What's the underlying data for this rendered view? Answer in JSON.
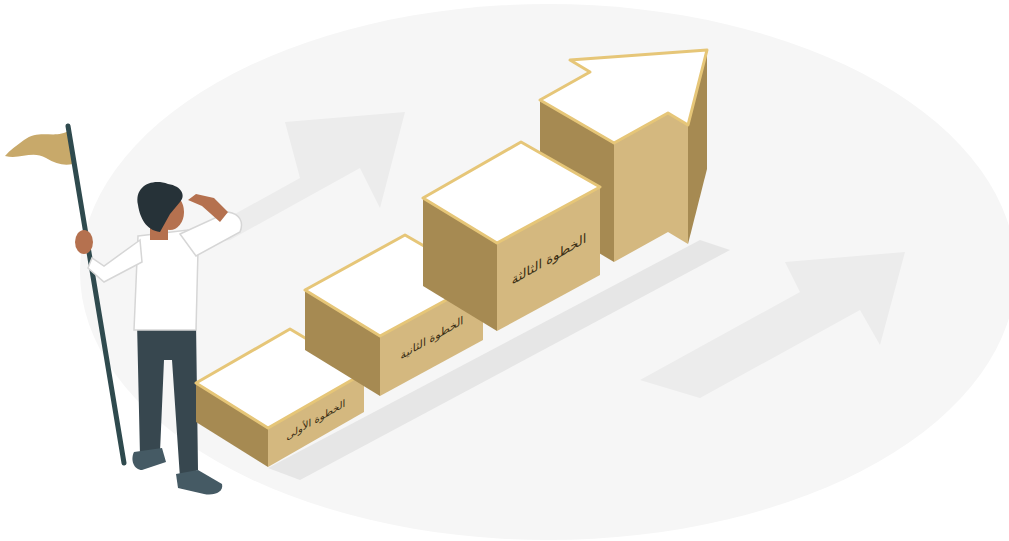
{
  "diagram": {
    "nodes": [
      {
        "text": [
          "الخطوة الأولى"
        ]
      },
      {
        "text": [
          "الخطوة الثانية"
        ]
      },
      {
        "text": [
          "الخطوة الثالثة"
        ]
      }
    ]
  }
}
